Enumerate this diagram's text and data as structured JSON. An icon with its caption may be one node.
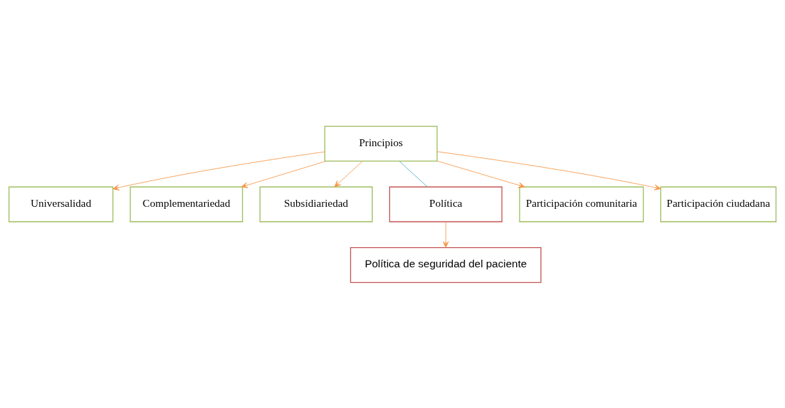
{
  "diagram": {
    "nodes": [
      {
        "text": [
          "Universalidad"
        ]
      },
      {
        "text": [
          "Complementariedad"
        ]
      },
      {
        "text": [
          "Subsidiariedad"
        ]
      },
      {
        "text": [
          "Principios"
        ]
      },
      {
        "text": [
          "Política"
        ]
      },
      {
        "text": [
          "Participación comunitaria"
        ]
      },
      {
        "text": [
          "Participación ciudadana"
        ]
      },
      {
        "text": [
          "Política de seguridad del paciente"
        ]
      }
    ],
    "edges": [
      {
        "from": 3,
        "to": 0,
        "arrow": "to"
      },
      {
        "from": 3,
        "to": 1,
        "arrow": "to"
      },
      {
        "from": 3,
        "to": 2,
        "arrow": "to"
      },
      {
        "from": 3,
        "to": 4,
        "arrow": "none",
        "color": "#4bacc6"
      },
      {
        "from": 3,
        "to": 5,
        "arrow": "to"
      },
      {
        "from": 3,
        "to": 6,
        "arrow": "to"
      },
      {
        "from": 4,
        "to": 7,
        "arrow": "to"
      }
    ]
  }
}
